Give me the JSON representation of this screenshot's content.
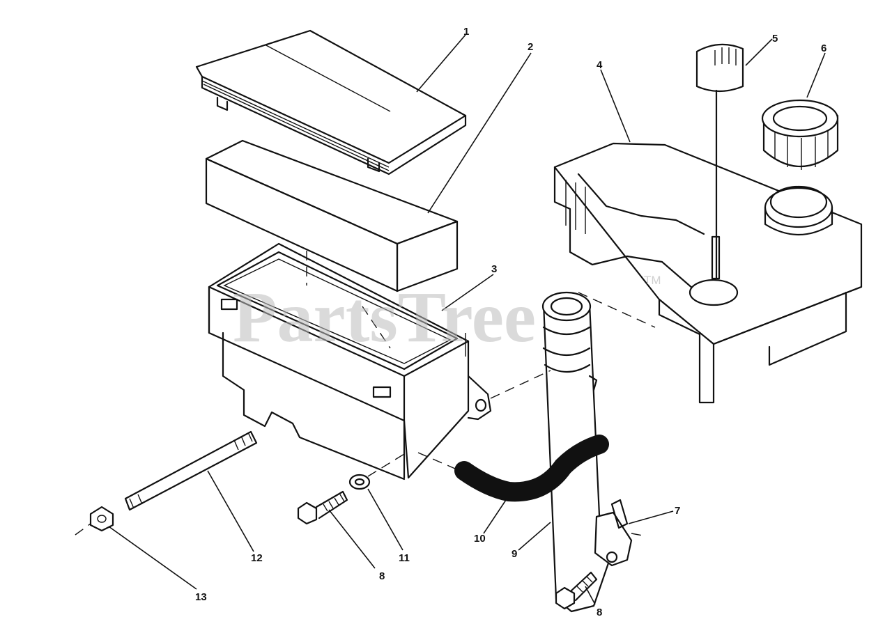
{
  "watermark": {
    "text": "PartsTree",
    "trademark": "TM"
  },
  "callouts": {
    "c1": "1",
    "c2": "2",
    "c3": "3",
    "c4": "4",
    "c5": "5",
    "c6": "6",
    "c7": "7",
    "c8a": "8",
    "c8b": "8",
    "c9": "9",
    "c10": "10",
    "c11": "11",
    "c12": "12",
    "c13": "13"
  },
  "colors": {
    "line": "#111111",
    "watermark": "#bdbdbd",
    "background": "#ffffff"
  }
}
